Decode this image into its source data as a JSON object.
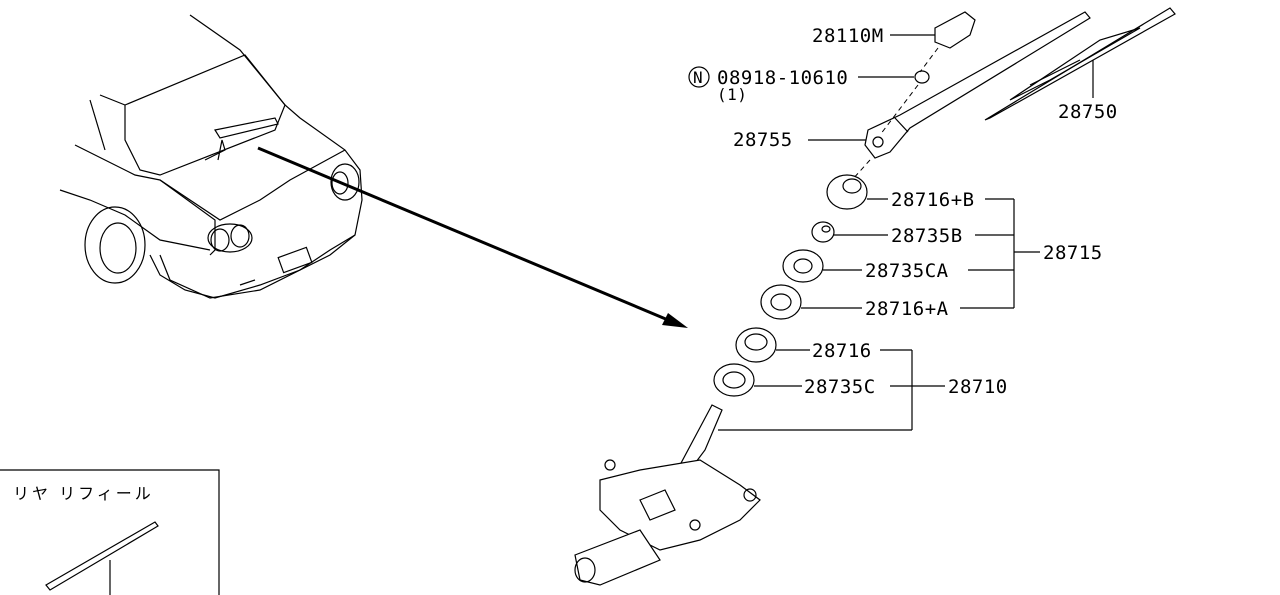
{
  "diagram": {
    "labels": {
      "p28110M": "28110M",
      "nut_marker": "N",
      "p08918": "08918-10610",
      "qty": "(1)",
      "p28755": "28755",
      "p28750": "28750",
      "p28716B": "28716+B",
      "p28735B": "28735B",
      "p28715": "28715",
      "p28735CA": "28735CA",
      "p28716A": "28716+A",
      "p28716": "28716",
      "p28735C": "28735C",
      "p28710": "28710"
    },
    "inset": {
      "title": "リヤ リフィール"
    }
  }
}
